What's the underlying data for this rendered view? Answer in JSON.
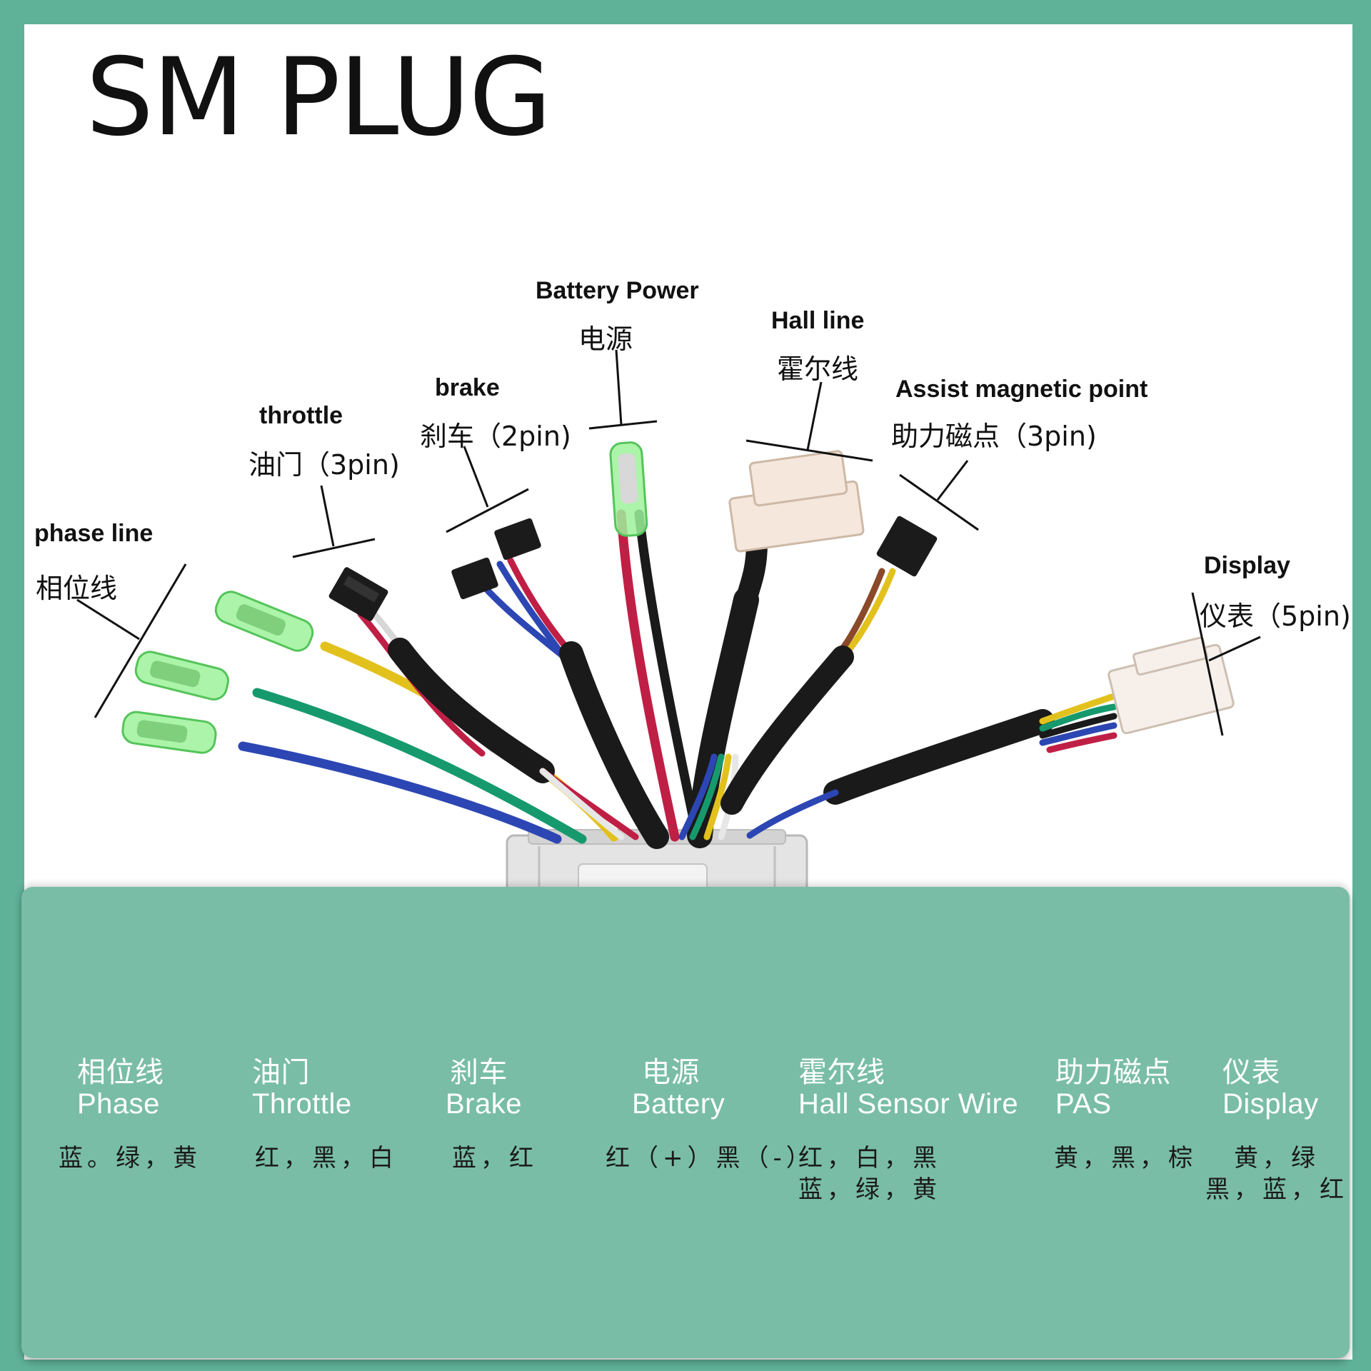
{
  "title": "SM PLUG",
  "labels": {
    "phase": {
      "en": "phase line",
      "cn": "相位线"
    },
    "throttle": {
      "en": "throttle",
      "cn": "油门（3pin)"
    },
    "brake": {
      "en": "brake",
      "cn": "刹车（2pin)"
    },
    "battery": {
      "en": "Battery Power",
      "cn": "电源"
    },
    "hall": {
      "en": "Hall line",
      "cn": "霍尔线"
    },
    "assist": {
      "en": "Assist magnetic point",
      "cn": "助力磁点（3pin)"
    },
    "display": {
      "en": "Display",
      "cn": "仪表（5pin)"
    }
  },
  "table": [
    {
      "cn": "相位线",
      "en": "Phase",
      "colors": [
        "蓝。绿，黄"
      ]
    },
    {
      "cn": "油门",
      "en": "Throttle",
      "colors": [
        "红，黑，白"
      ]
    },
    {
      "cn": "刹车",
      "en": "Brake",
      "colors": [
        "蓝，红"
      ]
    },
    {
      "cn": "电源",
      "en": "Battery",
      "colors": [
        "红（+）黑（-）"
      ]
    },
    {
      "cn": "霍尔线",
      "en": "Hall Sensor Wire",
      "colors": [
        "红，白，黑",
        "蓝，绿，黄"
      ]
    },
    {
      "cn": "助力磁点",
      "en": "PAS",
      "colors": [
        "黄，黑，棕"
      ]
    },
    {
      "cn": "仪表",
      "en": "Display",
      "colors": [
        "黄，绿",
        "黑，蓝，红"
      ]
    }
  ]
}
